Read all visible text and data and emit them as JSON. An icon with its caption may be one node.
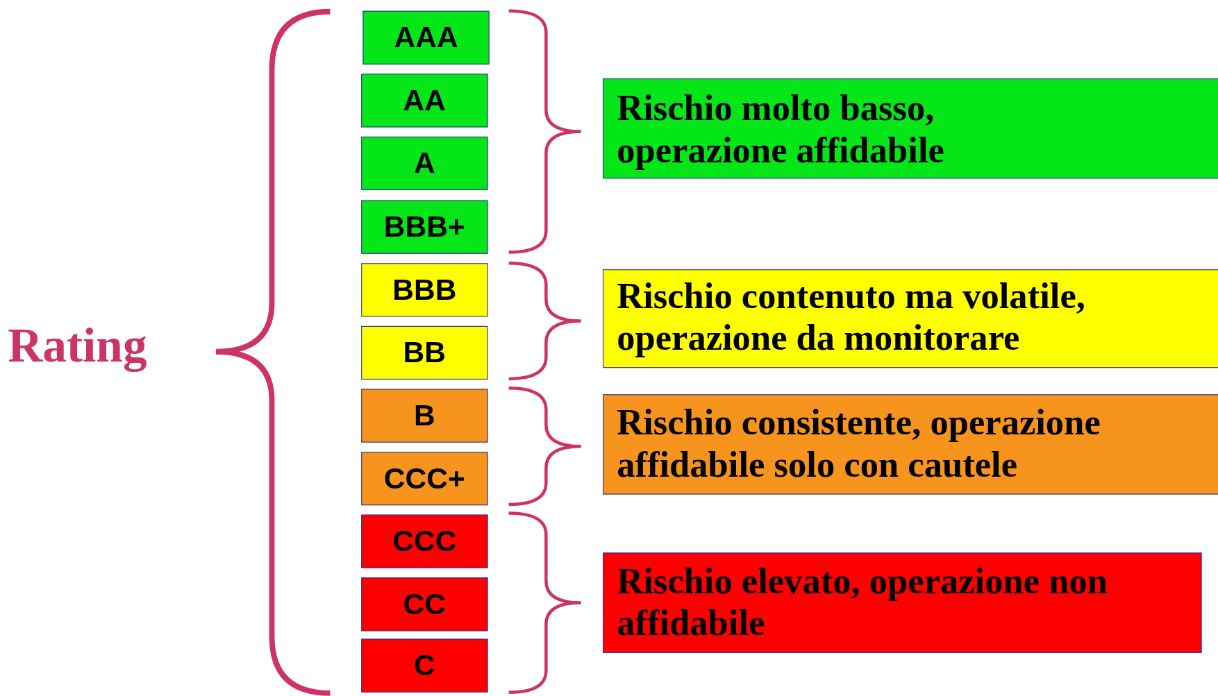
{
  "diagram": {
    "nodes": [
      {
        "text": [
          "AAA"
        ]
      },
      {
        "text": [
          "AA"
        ]
      },
      {
        "text": [
          "A"
        ]
      },
      {
        "text": [
          "BBB+"
        ]
      },
      {
        "text": [
          "BBB"
        ]
      },
      {
        "text": [
          "BB"
        ]
      },
      {
        "text": [
          "B"
        ]
      },
      {
        "text": [
          "CCC+"
        ]
      },
      {
        "text": [
          "CCC"
        ]
      },
      {
        "text": [
          "CC"
        ]
      },
      {
        "text": [
          "C"
        ]
      },
      {
        "text": [
          "Rischio molto basso, operazione affidabile"
        ]
      },
      {
        "text": [
          "Rischio contenuto ma volatile, operazione da monitorare"
        ]
      },
      {
        "text": [
          "Rischio consistente, operazione affidabile solo con cautele"
        ]
      },
      {
        "text": [
          "Rischio elevato, operazione non affidabile"
        ]
      }
    ],
    "labels": [
      "Rating"
    ]
  }
}
